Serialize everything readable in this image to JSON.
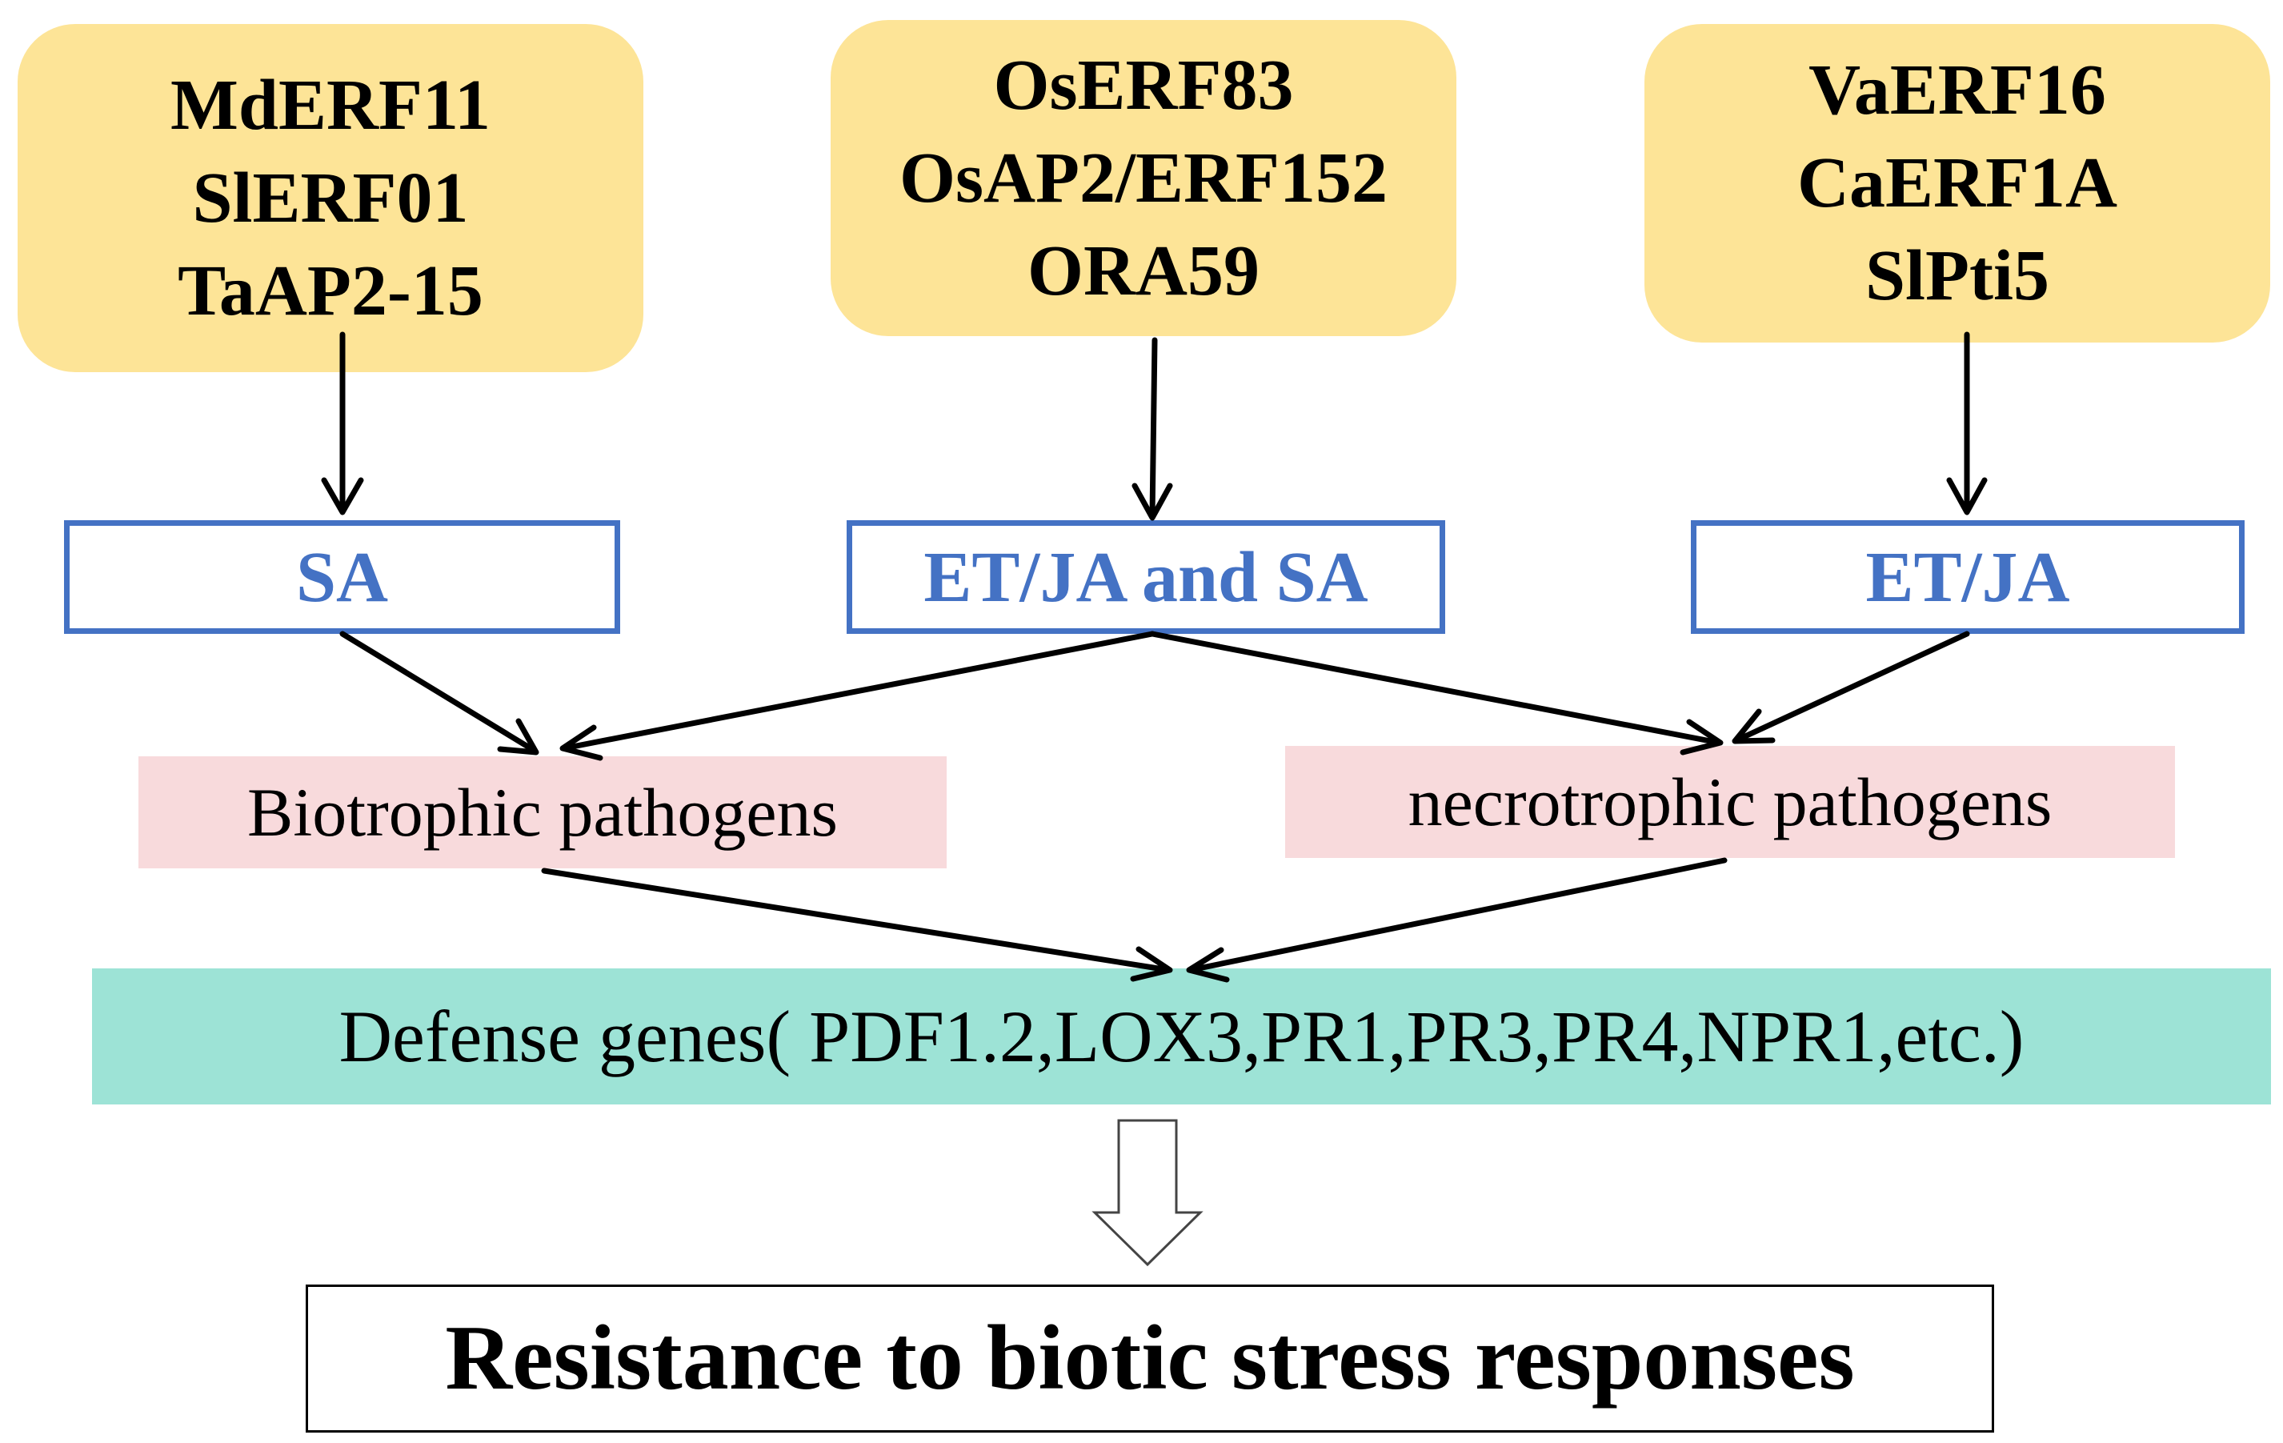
{
  "gene_groups": [
    {
      "genes": [
        "MdERF11",
        "SlERF01",
        "TaAP2-15"
      ]
    },
    {
      "genes": [
        "OsERF83",
        "OsAP2/ERF152",
        "ORA59"
      ]
    },
    {
      "genes": [
        "VaERF16",
        "CaERF1A",
        "SlPti5"
      ]
    }
  ],
  "hormones": [
    "SA",
    "ET/JA and SA",
    "ET/JA"
  ],
  "pathogens": [
    "Biotrophic pathogens",
    "necrotrophic pathogens"
  ],
  "defense_genes": "Defense genes( PDF1.2,LOX3,PR1,PR3,PR4,NPR1,etc.)",
  "result": "Resistance to biotic stress responses",
  "colors": {
    "gene_box": "#fde497",
    "hormone_border": "#4472c4",
    "pathogen_box": "#f8dadc",
    "defense_box": "#9de3d6"
  }
}
